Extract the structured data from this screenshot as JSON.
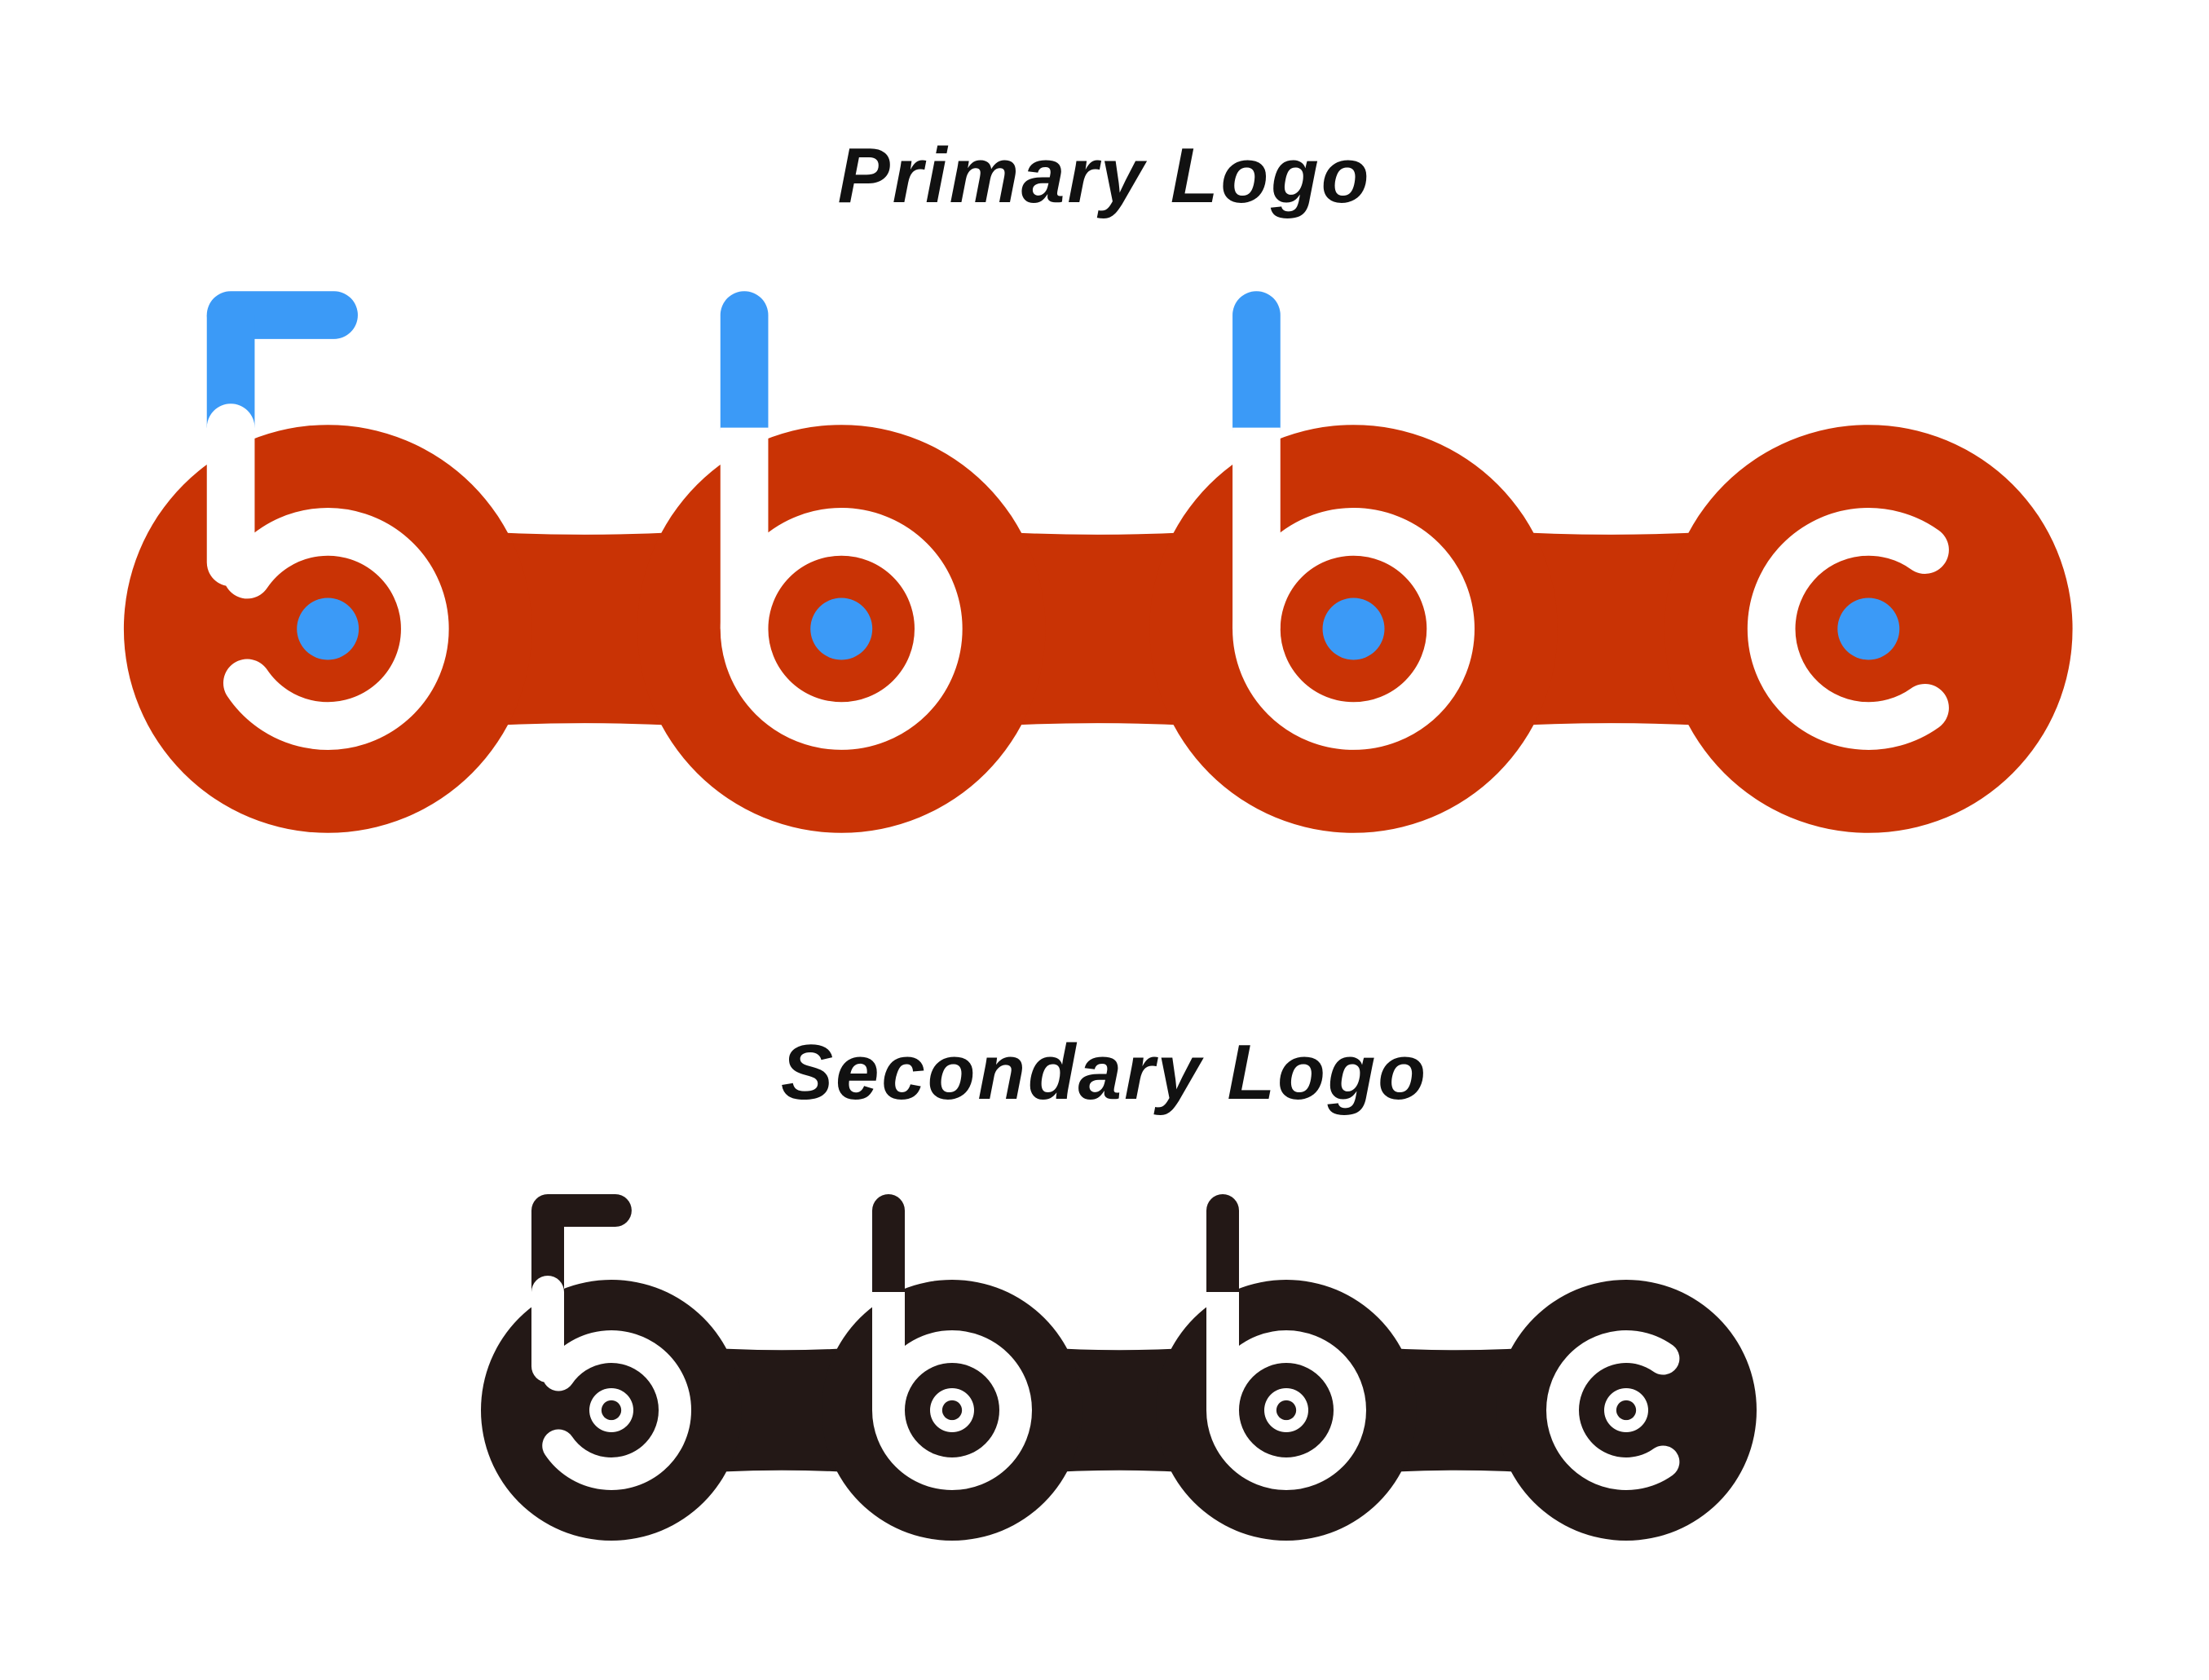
{
  "primary": {
    "heading": "Primary Logo",
    "logo_letters": "5bbc",
    "colors": {
      "chain": "#C93305",
      "accent": "#3B9AF7",
      "letter": "#FFFFFF"
    }
  },
  "secondary": {
    "heading": "Secondary Logo",
    "logo_letters": "5bbc",
    "colors": {
      "chain": "#231816",
      "letter": "#FFFFFF"
    }
  }
}
